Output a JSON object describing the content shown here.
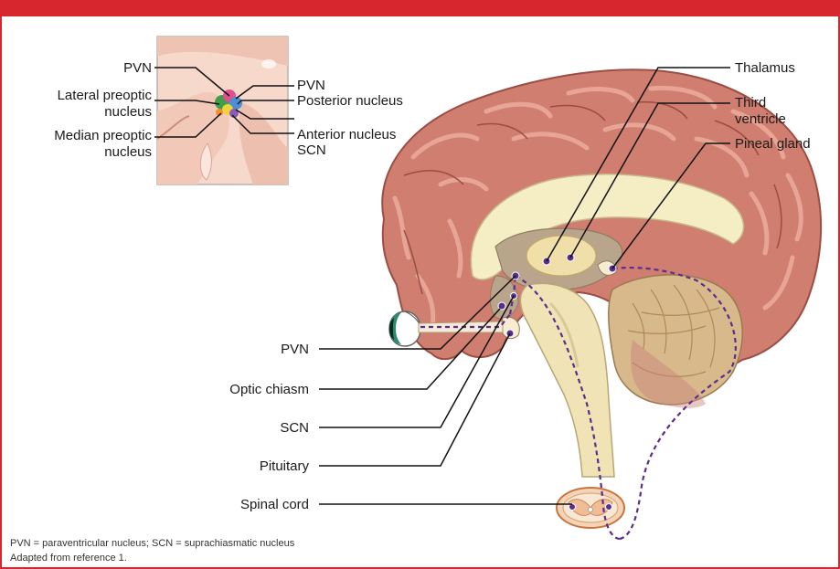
{
  "colors": {
    "frame": "#d8262e",
    "cortex": "#cf7e6f",
    "pathway": "#5a2e8c"
  },
  "inset_labels": {
    "pvn_left": "PVN",
    "lateral_preoptic_1": "Lateral preoptic",
    "lateral_preoptic_2": "nucleus",
    "median_preoptic_1": "Median preoptic",
    "median_preoptic_2": "nucleus",
    "pvn_right": "PVN",
    "posterior_nucleus": "Posterior nucleus",
    "anterior_nucleus": "Anterior nucleus",
    "scn": "SCN"
  },
  "brain_labels": {
    "thalamus": "Thalamus",
    "third_ventricle_1": "Third",
    "third_ventricle_2": "ventricle",
    "pineal_gland": "Pineal gland",
    "pvn": "PVN",
    "optic_chiasm": "Optic chiasm",
    "scn": "SCN",
    "pituitary": "Pituitary",
    "spinal_cord": "Spinal cord"
  },
  "footnote": {
    "abbreviations": "PVN = paraventricular nucleus; SCN = suprachiasmatic nucleus",
    "source": "Adapted from reference 1."
  }
}
